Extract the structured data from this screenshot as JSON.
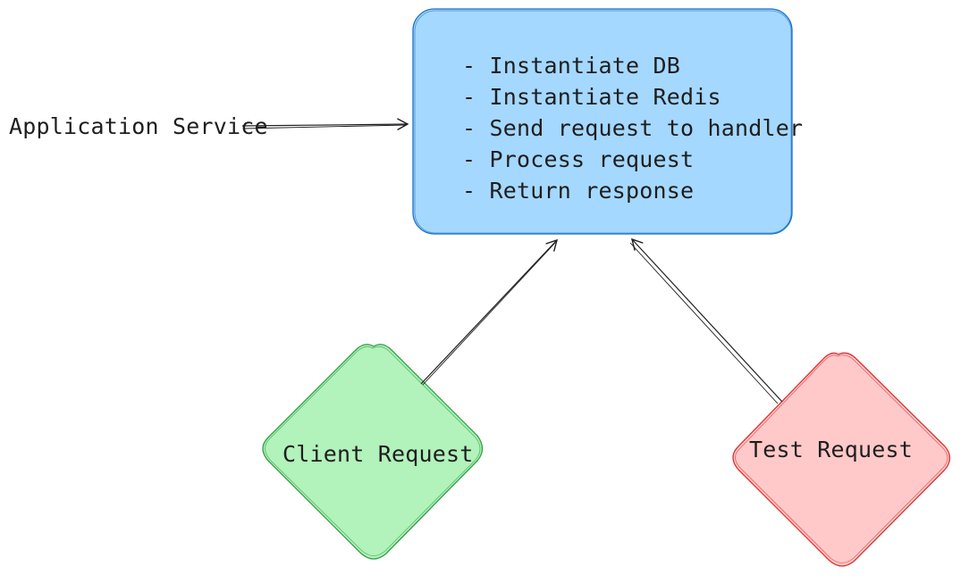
{
  "labels": {
    "application_service": "Application Service",
    "client_request": "Client Request",
    "test_request": "Test Request"
  },
  "service_box": {
    "steps": [
      "- Instantiate DB",
      "- Instantiate Redis",
      "- Send request to handler",
      "- Process request",
      "- Return response"
    ]
  },
  "colors": {
    "service_fill": "#a5d8ff",
    "service_stroke": "#1971c2",
    "client_fill": "#b2f2bb",
    "client_stroke": "#2f9e44",
    "test_fill": "#ffc9c9",
    "test_stroke": "#e03131",
    "arrow": "#1e1e1e"
  }
}
